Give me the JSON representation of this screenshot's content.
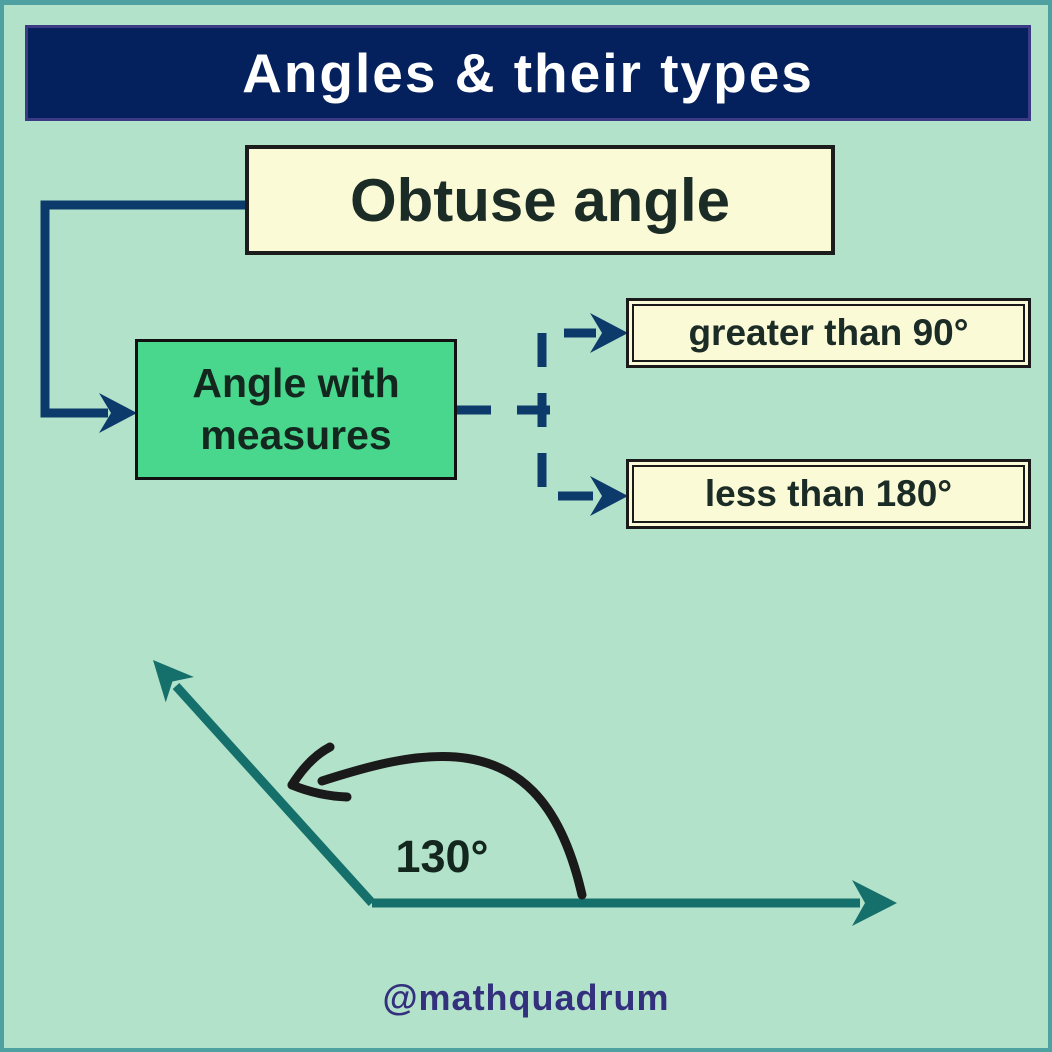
{
  "header": {
    "title": "Angles & their types"
  },
  "flowchart": {
    "root_label": "Obtuse angle",
    "node_label": "Angle with measures",
    "branches": [
      {
        "label": "greater than 90°"
      },
      {
        "label": "less than 180°"
      }
    ]
  },
  "angle_figure": {
    "angle_label": "130°",
    "angle_degrees": 130
  },
  "footer": {
    "handle": "@mathquadrum"
  },
  "colors": {
    "background": "#B3E2CA",
    "frame_border": "#4FA0A1",
    "banner_bg": "#04215E",
    "banner_border": "#3B3B85",
    "banner_text": "#FFFFFF",
    "cream_box_bg": "#FBFAD6",
    "green_box_bg": "#49D78D",
    "box_border": "#1A1A1A",
    "connector": "#0C3A6A",
    "ray": "#15706C",
    "arc": "#1A1A1A",
    "dark_text": "#1B2B26",
    "handle_text": "#33307E"
  }
}
